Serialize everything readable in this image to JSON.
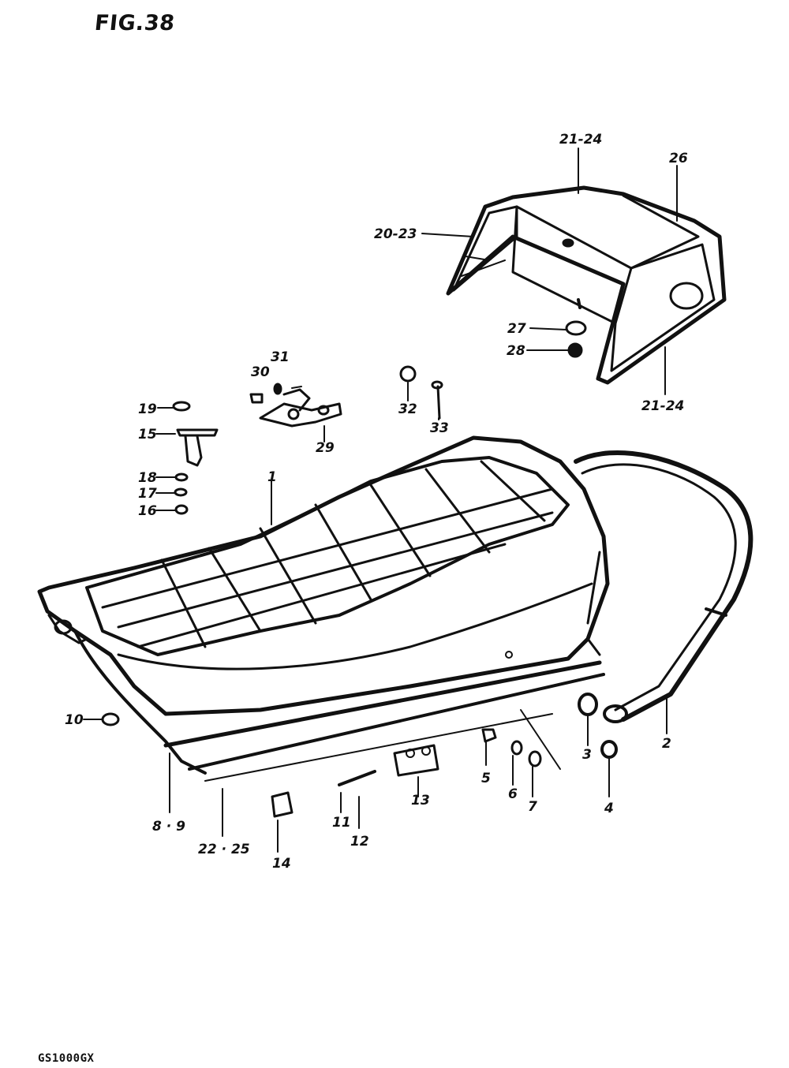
{
  "figure": {
    "title": "FIG.38",
    "model": "GS1000GX"
  },
  "callouts": {
    "c1": "1",
    "c2": "2",
    "c3": "3",
    "c4": "4",
    "c5": "5",
    "c6": "6",
    "c7": "7",
    "c8_9": "8 · 9",
    "c10": "10",
    "c11": "11",
    "c12": "12",
    "c13": "13",
    "c14": "14",
    "c15": "15",
    "c16": "16",
    "c17": "17",
    "c18": "18",
    "c19": "19",
    "c20_23": "20-23",
    "c21_24_top": "21-24",
    "c21_24_bottom": "21-24",
    "c22_25": "22 · 25",
    "c26": "26",
    "c27": "27",
    "c28": "28",
    "c29": "29",
    "c30": "30",
    "c31": "31",
    "c32": "32",
    "c33": "33"
  }
}
